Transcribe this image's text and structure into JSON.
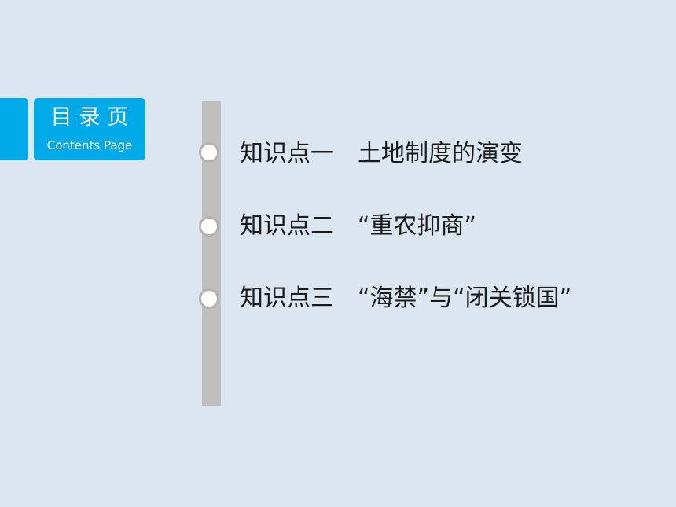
{
  "badge": {
    "title": "目录页",
    "subtitle": "Contents Page"
  },
  "items": [
    {
      "label": "知识点一　土地制度的演变"
    },
    {
      "label": "知识点二　“重农抑商”"
    },
    {
      "label": "知识点三　“海禁”与“闭关锁国”"
    }
  ],
  "colors": {
    "background": "#dce6f0",
    "accent": "#00a9e8",
    "timeline": "#bfbfbf"
  }
}
